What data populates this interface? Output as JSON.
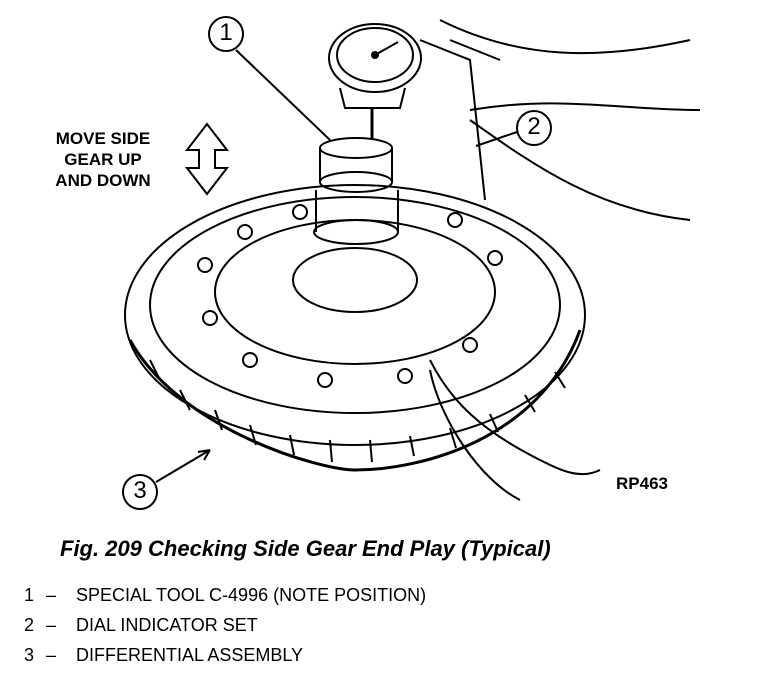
{
  "figure": {
    "callouts": [
      "1",
      "2",
      "3"
    ],
    "move_label": [
      "MOVE SIDE",
      "GEAR UP",
      "AND DOWN"
    ],
    "ref_code": "RP463"
  },
  "caption": "Fig. 209 Checking Side Gear End Play (Typical)",
  "legend": [
    {
      "num": "1",
      "dash": "–",
      "text": "SPECIAL TOOL C-4996 (NOTE POSITION)"
    },
    {
      "num": "2",
      "dash": "–",
      "text": "DIAL INDICATOR SET"
    },
    {
      "num": "3",
      "dash": "–",
      "text": "DIFFERENTIAL ASSEMBLY"
    }
  ]
}
